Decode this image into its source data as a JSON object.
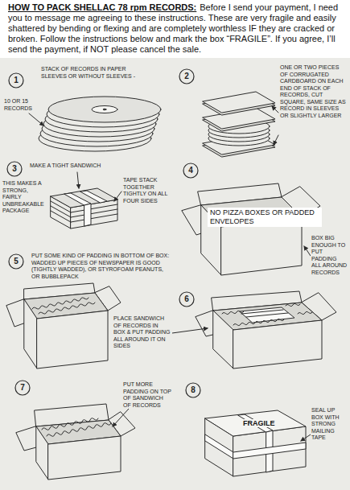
{
  "diagram": {
    "title": "HOW TO PACK SHELLAC 78 rpm RECORDS:",
    "nodes": [
      {
        "text": [
          "1"
        ]
      },
      {
        "text": [
          "2"
        ]
      },
      {
        "text": [
          "3"
        ]
      },
      {
        "text": [
          "4"
        ]
      },
      {
        "text": [
          "5"
        ]
      },
      {
        "text": [
          "6"
        ]
      },
      {
        "text": [
          "7"
        ]
      },
      {
        "text": [
          "8"
        ]
      }
    ],
    "labels": [
      "Before I send your payment, I need you to message me agreeing to these instructions. These are very fragile and easily shattered by bending or flexing and are completely worthless IF they are cracked or broken. Follow the instructions below and mark the box “FRAGILE”. If you agree, I’ll send the payment, if NOT please cancel the sale.",
      "STACK OF RECORDS IN PAPER SLEEVES OR WITHOUT SLEEVES -",
      "10 OR 15 RECORDS",
      "ONE OR TWO PIECES OF CORRUGATED CARDBOARD ON EACH END OF STACK OF RECORDS, CUT SQUARE, SAME SIZE AS RECORD IN SLEEVES OR SLIGHTLY LARGER",
      "MAKE A TIGHT SANDWICH",
      "THIS MAKES A STRONG, FAIRLY UNBREAKABLE PACKAGE",
      "TAPE STACK TOGETHER TIGHTLY ON ALL FOUR SIDES",
      "NO PIZZA BOXES OR PADDED ENVELOPES",
      "BOX BIG ENOUGH TO PUT PADDING ALL AROUND RECORDS",
      "PUT SOME KIND OF PADDING IN BOTTOM OF BOX: WADDED UP PIECES OF NEWSPAPER IS GOOD (TIGHTLY WADDED), OR STYROFOAM PEANUTS, OR BUBBLEPACK",
      "PLACE SANDWICH OF RECORDS IN BOX & PUT PADDING ALL AROUND IT ON SIDES",
      "PUT MORE PADDING ON TOP OF SANDWICH OF RECORDS",
      "FRAGILE",
      "SEAL UP BOX WITH STRONG MAILING TAPE"
    ]
  }
}
